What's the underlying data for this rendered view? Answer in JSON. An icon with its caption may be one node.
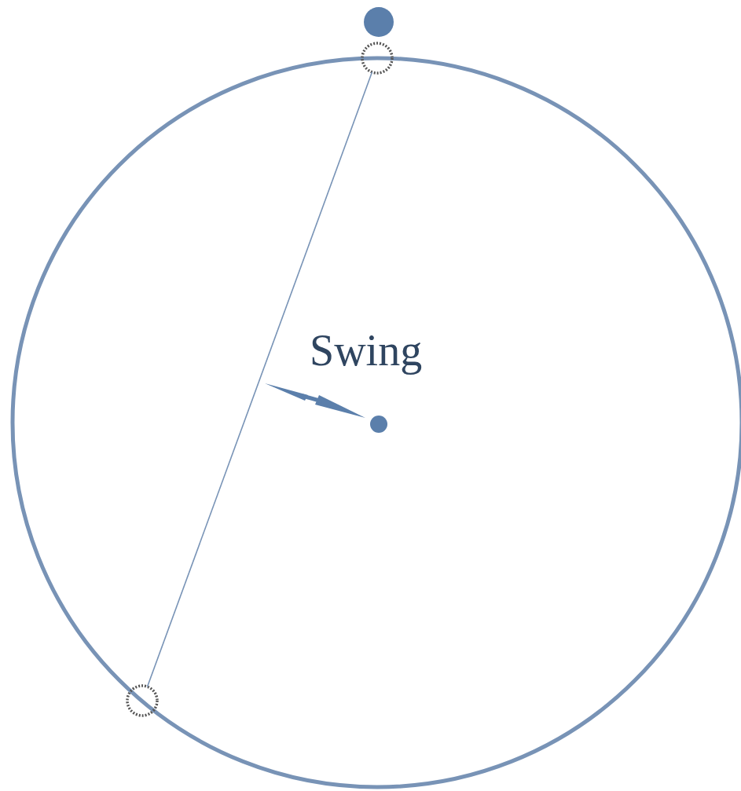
{
  "diagram": {
    "nodes": [
      {
        "text": [],
        "shape": "circle"
      },
      {
        "text": [],
        "shape": "circle"
      },
      {
        "text": [],
        "shape": "circle"
      },
      {
        "text": [],
        "shape": "circle"
      }
    ],
    "edges": [
      {
        "from": 1,
        "to": 2,
        "arrow": "none"
      }
    ],
    "labels": [
      "Swing"
    ]
  }
}
